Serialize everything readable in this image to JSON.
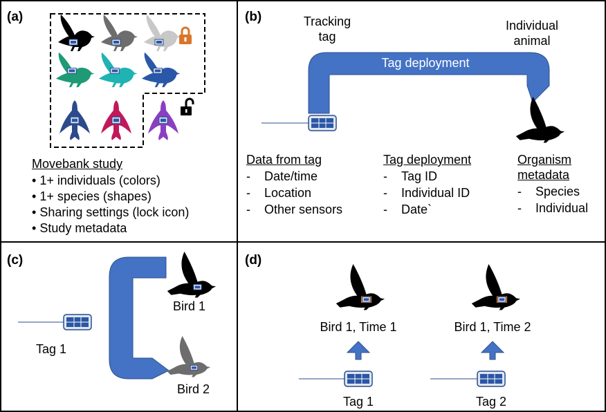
{
  "panels": {
    "a": {
      "label": "(a)",
      "heading": "Movebank study",
      "bullets": [
        "1+ individuals (colors)",
        "1+ species (shapes)",
        "Sharing settings (lock icon)",
        "Study metadata"
      ],
      "colors": {
        "black": "#000000",
        "gray": "#6d6d6d",
        "lightgray": "#c8c8c8",
        "green": "#1e9a76",
        "teal": "#1fb3b3",
        "blue": "#2a58a8",
        "navy": "#2c4a8c",
        "magenta": "#c2185b",
        "purple": "#8a3fc3",
        "lock_orange": "#d9762b"
      }
    },
    "b": {
      "label": "(b)",
      "tracking_tag": [
        "Tracking",
        "tag"
      ],
      "individual_animal": [
        "Individual",
        "animal"
      ],
      "arrow_label": "Tag deployment",
      "col1": {
        "heading": "Data from tag",
        "items": [
          "Date/time",
          "Location",
          "Other sensors"
        ]
      },
      "col2": {
        "heading": "Tag deployment",
        "items": [
          "Tag ID",
          "Individual ID",
          "Date`"
        ]
      },
      "col3": {
        "heading": [
          "Organism",
          "metadata"
        ],
        "items": [
          "Species",
          "Individual"
        ]
      },
      "dash": "-"
    },
    "c": {
      "label": "(c)",
      "tag": "Tag 1",
      "bird1": "Bird 1",
      "bird2": "Bird 2"
    },
    "d": {
      "label": "(d)",
      "bird_time1": "Bird 1, Time 1",
      "bird_time2": "Bird 1, Time 2",
      "tag1": "Tag 1",
      "tag2": "Tag 2"
    }
  },
  "arrow_color": "#4472c4"
}
